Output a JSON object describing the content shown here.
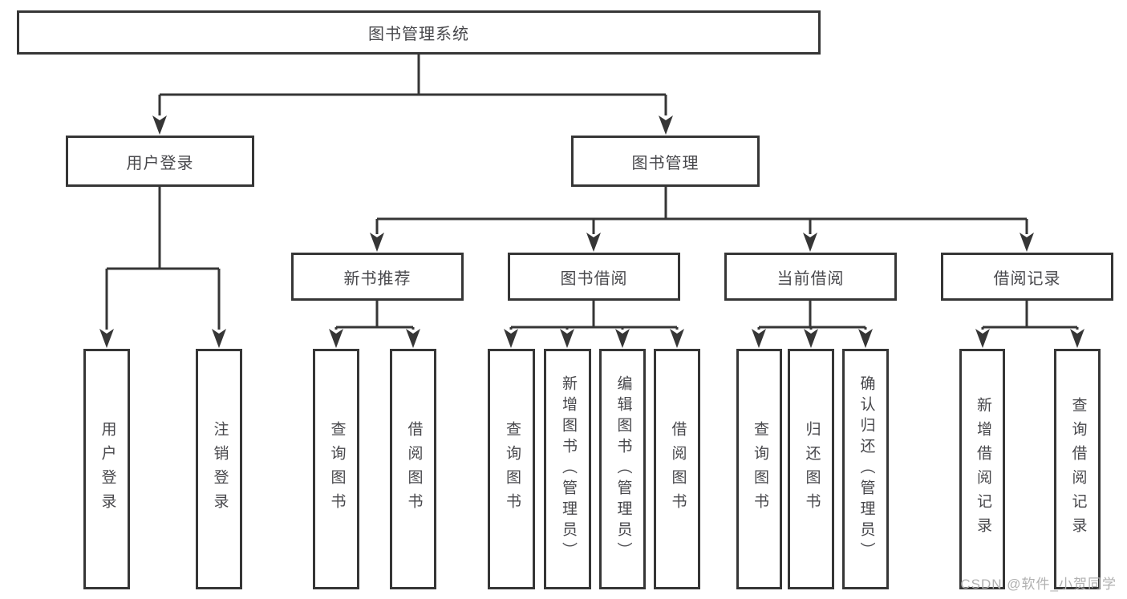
{
  "tree": {
    "root": {
      "label": "图书管理系统",
      "children": [
        {
          "label": "用户登录",
          "children": [
            {
              "label": "用户登录"
            },
            {
              "label": "注销登录"
            }
          ]
        },
        {
          "label": "图书管理",
          "children": [
            {
              "label": "新书推荐",
              "children": [
                {
                  "label": "查询图书"
                },
                {
                  "label": "借阅图书"
                }
              ]
            },
            {
              "label": "图书借阅",
              "children": [
                {
                  "label": "查询图书"
                },
                {
                  "label": "新增图书（管理员）"
                },
                {
                  "label": "编辑图书（管理员）"
                },
                {
                  "label": "借阅图书"
                }
              ]
            },
            {
              "label": "当前借阅",
              "children": [
                {
                  "label": "查询图书"
                },
                {
                  "label": "归还图书"
                },
                {
                  "label": "确认归还（管理员）"
                }
              ]
            },
            {
              "label": "借阅记录",
              "children": [
                {
                  "label": "新增借阅记录"
                },
                {
                  "label": "查询借阅记录"
                }
              ]
            }
          ]
        }
      ]
    }
  },
  "watermark": "CSDN @软件_小贺同学",
  "colors": {
    "line": "#363636",
    "text": "#48484c",
    "watermark": "#b0b0b0"
  }
}
